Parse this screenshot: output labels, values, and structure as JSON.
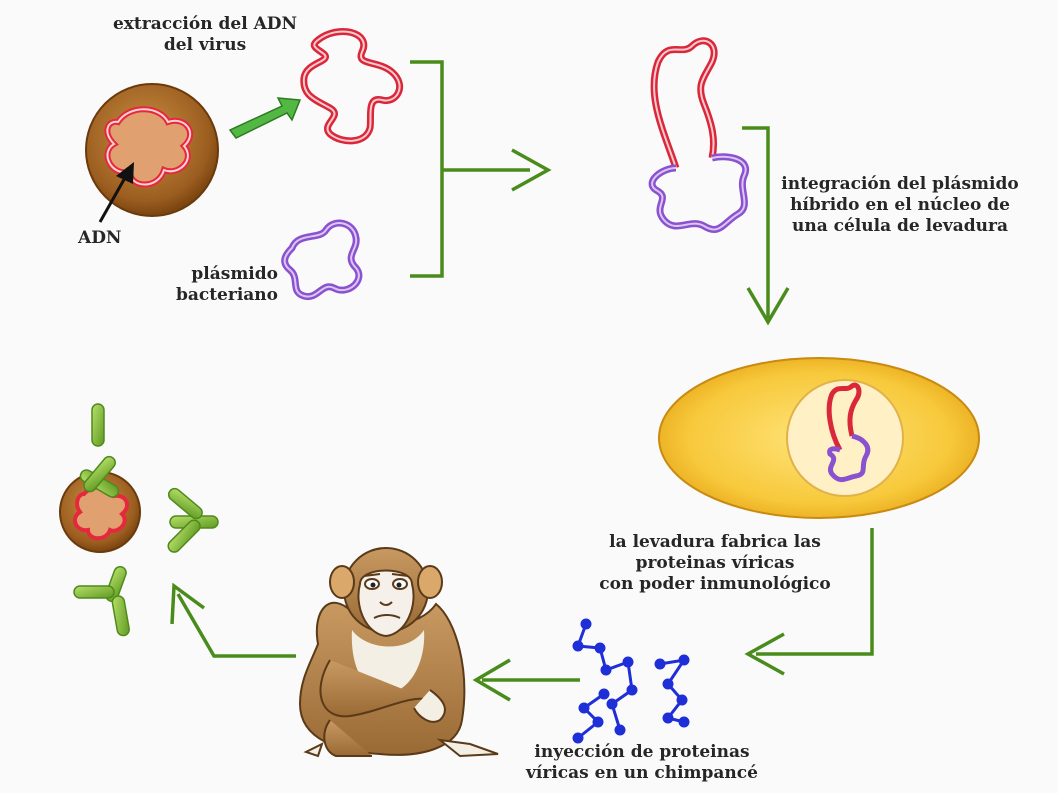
{
  "labels": {
    "extraction": [
      "extracción del ADN",
      "del virus"
    ],
    "dna": "ADN",
    "plasmid": [
      "plásmido",
      "bacteriano"
    ],
    "integration": [
      "integración del plásmido",
      "híbrido en el núcleo de",
      "una célula de levadura"
    ],
    "yeast": [
      "la levadura fabrica las",
      "proteinas víricas",
      "con poder inmunológico"
    ],
    "injection": [
      "inyección de proteinas",
      "víricas en un chimpancé"
    ]
  }
}
